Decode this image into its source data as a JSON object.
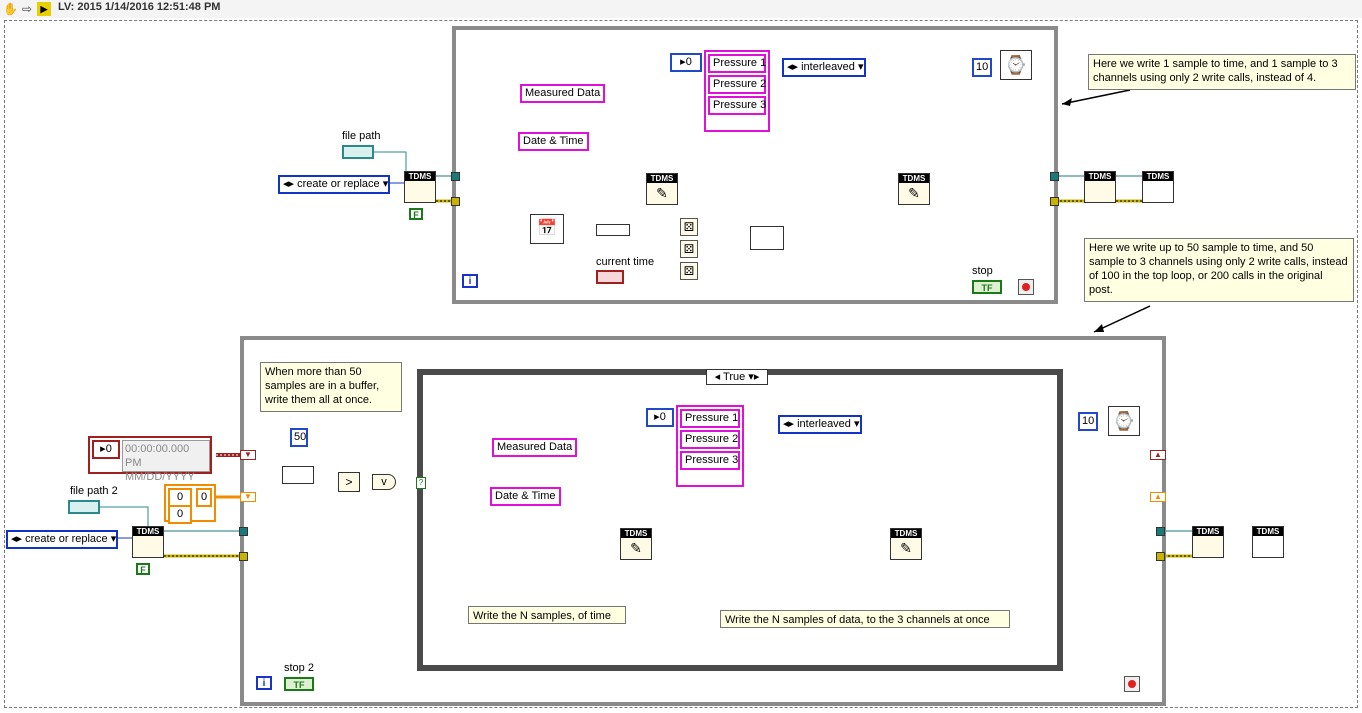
{
  "window": {
    "title": "LV: 2015 1/14/2016 12:51:48 PM"
  },
  "toolbar": {
    "icons": [
      "hand-icon",
      "arrow-icon",
      "labview-icon"
    ]
  },
  "top_loop": {
    "file_path_label": "file path",
    "open_mode": "create or replace",
    "open_mode_bool": "F",
    "measured_data": "Measured Data",
    "date_time": "Date & Time",
    "index": "0",
    "channels": [
      "Pressure 1",
      "Pressure 2",
      "Pressure 3"
    ],
    "layout": "interleaved",
    "wait_ms": "10",
    "current_time_label": "current time",
    "stop_label": "stop",
    "stop_value": "TF",
    "iteration": "i",
    "tdms": "TDMS"
  },
  "note_top": "Here we write 1 sample to time, and 1 sample to 3 channels using only 2 write calls, instead of 4.",
  "note_bottom": "Here we write up to 50 sample to time, and 50 sample to 3 channels using only 2 write calls, instead of 100 in the top loop, or 200 calls in the original post.",
  "bottom_loop": {
    "file_path_label": "file path 2",
    "open_mode": "create or replace",
    "open_mode_bool": "F",
    "timestamp_index": "0",
    "timestamp_time": "00:00:00.000 PM",
    "timestamp_date": "MM/DD/YYYY",
    "array_index_a": "0",
    "array_index_b": "0",
    "array_value": "0",
    "threshold": "50",
    "buffer_note": "When more than 50 samples are in a buffer, write them all at once.",
    "case_selector": "True",
    "measured_data": "Measured Data",
    "date_time": "Date & Time",
    "index": "0",
    "channels": [
      "Pressure 1",
      "Pressure 2",
      "Pressure 3"
    ],
    "layout": "interleaved",
    "wait_ms": "10",
    "write_time_note": "Write the N samples, of time",
    "write_data_note": "Write the N samples of data, to the 3 channels at once",
    "stop_label": "stop 2",
    "stop_value": "TF",
    "iteration": "i",
    "tdms": "TDMS"
  },
  "colors": {
    "string_wire": "#e010d8",
    "refnum_wire": "#1a7a7a",
    "error_wire": "#c8b400",
    "numeric_wire": "#1034c8",
    "timestamp_wire": "#a02020",
    "array_wire": "#f08c00"
  }
}
